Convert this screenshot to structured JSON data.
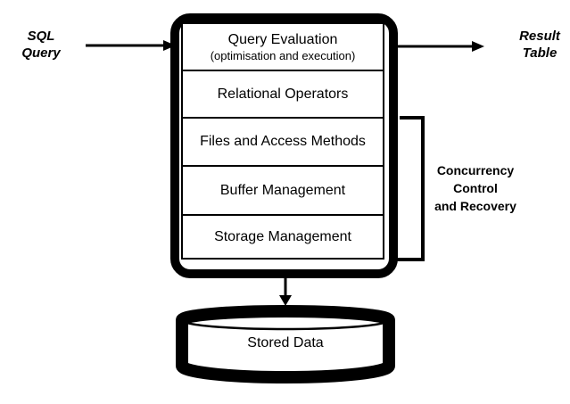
{
  "colors": {
    "ink": "#000000",
    "paper": "#ffffff"
  },
  "flow": {
    "input": {
      "line1": "SQL",
      "line2": "Query"
    },
    "output": {
      "line1": "Result",
      "line2": "Table"
    }
  },
  "dbms": {
    "layers": [
      {
        "title": "Query Evaluation",
        "subtitle": "(optimisation and execution)"
      },
      {
        "title": "Relational Operators"
      },
      {
        "title": "Files and Access Methods"
      },
      {
        "title": "Buffer Management"
      },
      {
        "title": "Storage Management"
      }
    ]
  },
  "annotation": {
    "line1": "Concurrency",
    "line2": "Control",
    "line3": "and Recovery"
  },
  "datastore": {
    "label": "Stored Data"
  }
}
